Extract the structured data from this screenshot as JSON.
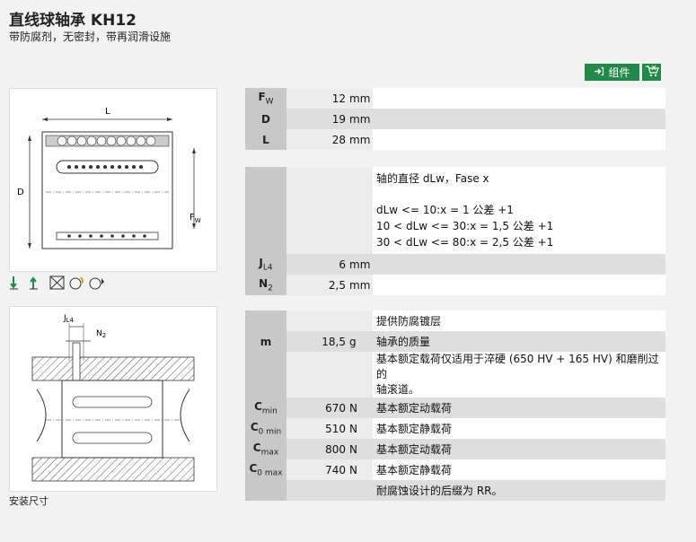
{
  "header": {
    "title": "直线球轴承 KH12",
    "subtitle": "带防腐剂，无密封，带再润滑设施"
  },
  "toolbar": {
    "group_label": "组件",
    "group_icon": "arrow-in-icon",
    "cart_icon": "cart-icon"
  },
  "figure1": {
    "label_L": "L",
    "label_D": "D",
    "label_Fw": "F",
    "label_Fw_sub": "W"
  },
  "figure2": {
    "label_J": "J",
    "label_J_sub": "L4",
    "label_N": "N",
    "label_N_sub": "2"
  },
  "legend_icons": [
    "load-down-icon",
    "load-up-icon",
    "seal-icon",
    "lubrication-icon",
    "maintenance-icon"
  ],
  "caption": "安装尺寸",
  "table1": {
    "rows": [
      {
        "sym": "F",
        "sub": "W",
        "value": "12",
        "unit": "mm"
      },
      {
        "sym": "D",
        "sub": "",
        "value": "19",
        "unit": "mm"
      },
      {
        "sym": "L",
        "sub": "",
        "value": "28",
        "unit": "mm"
      }
    ]
  },
  "table2": {
    "note_title": "轴的直径 dLw，Fase x",
    "note_lines": [
      "dLw <= 10:x = 1 公差 +1",
      "10 < dLw <= 30:x = 1,5 公差 +1",
      "30 < dLw <= 80:x = 2,5 公差 +1"
    ],
    "rows": [
      {
        "sym": "J",
        "sub": "L4",
        "value": "6",
        "unit": "mm"
      },
      {
        "sym": "N",
        "sub": "2",
        "value": "2,5",
        "unit": "mm"
      }
    ]
  },
  "table3": {
    "coating_note": "提供防腐镀层",
    "mass": {
      "sym": "m",
      "value": "18,5",
      "unit": "g",
      "desc": "轴承的质量"
    },
    "load_note_1": "基本额定载荷仅适用于淬硬 (650 HV + 165 HV) 和磨削过的",
    "load_note_2": "轴滚道。",
    "loads": [
      {
        "sym": "C",
        "sub": "min",
        "value": "670",
        "unit": "N",
        "desc": "基本额定动载荷"
      },
      {
        "sym": "C",
        "sub": "0 min",
        "value": "510",
        "unit": "N",
        "desc": "基本额定静载荷"
      },
      {
        "sym": "C",
        "sub": "max",
        "value": "800",
        "unit": "N",
        "desc": "基本额定动载荷"
      },
      {
        "sym": "C",
        "sub": "0 max",
        "value": "740",
        "unit": "N",
        "desc": "基本额定静载荷"
      }
    ],
    "suffix_note": "耐腐蚀设计的后缀为 RR。"
  }
}
